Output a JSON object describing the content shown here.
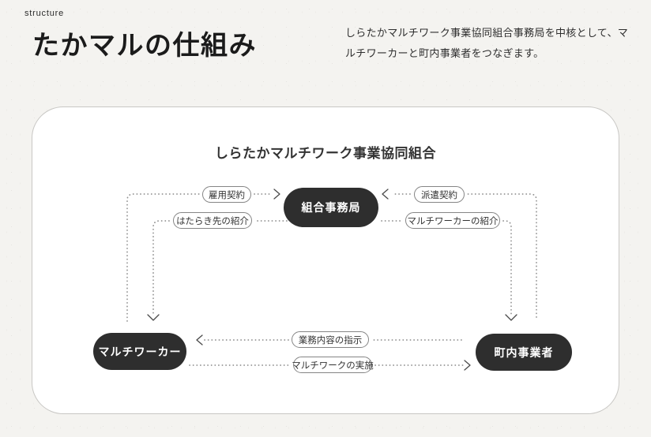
{
  "header": {
    "eyebrow": "structure",
    "title": "たかマルの仕組み",
    "description": "しらたかマルチワーク事業協同組合事務局を中核として、マルチワーカーと町内事業者をつなぎます。"
  },
  "diagram": {
    "card_title": "しらたかマルチワーク事業協同組合",
    "nodes": {
      "office": "組合事務局",
      "worker": "マルチワーカー",
      "business": "町内事業者"
    },
    "relations": {
      "employment_contract": "雇用契約",
      "workplace_introduction": "はたらき先の紹介",
      "dispatch_contract": "派遣契約",
      "worker_introduction": "マルチワーカーの紹介",
      "work_instruction": "業務内容の指示",
      "multiwork_execution": "マルチワークの実施"
    },
    "colors": {
      "node_background": "#2e2e2e",
      "node_text": "#ffffff",
      "dotted_line": "#8f8f8f",
      "card_border": "#c8c7c4",
      "page_background": "#f4f3f0"
    }
  }
}
